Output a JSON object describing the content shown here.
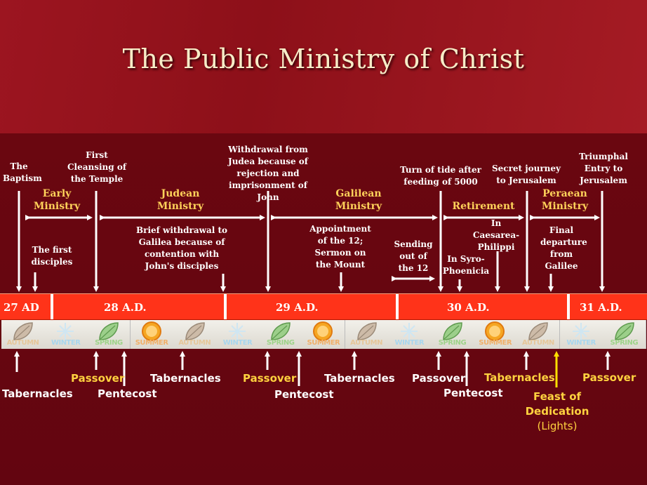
{
  "title": "The Public Ministry of Christ",
  "events_top": {
    "baptism": "The Baptism",
    "temple": "First Cleansing of the Temple",
    "withdrawal_judea": "Withdrawal from Judea because of rejection and imprisonment of John",
    "turn_of_tide": "Turn of tide after feeding of 5000",
    "secret_journey": "Secret journey to Jerusalem",
    "triumphal": "Triumphal Entry to Jerusalem"
  },
  "periods": {
    "early": "Early Ministry",
    "judean": "Judean Ministry",
    "galilean": "Galilean Ministry",
    "retirement": "Retirement",
    "peraean": "Peraean Ministry"
  },
  "events_mid": {
    "first_disciples": "The first disciples",
    "brief_withdrawal": "Brief withdrawal to Galilea because of contention with John's disciples",
    "appointment": "Appointment of the 12; Sermon on the Mount",
    "sending": "Sending out of the 12",
    "syro": "In Syro-Phoenicia",
    "caesarea": "In Caesarea-Philippi",
    "final_departure": "Final departure from Galilee"
  },
  "years": [
    "27 AD",
    "28 A.D.",
    "29 A.D.",
    "30 A.D.",
    "31 A.D."
  ],
  "seasons": [
    "AUTUMN",
    "WINTER",
    "SPRING",
    "SUMMER",
    "AUTUMN",
    "WINTER",
    "SPRING",
    "SUMMER",
    "AUTUMN",
    "WINTER",
    "SPRING",
    "SUMMER",
    "AUTUMN",
    "WINTER",
    "SPRING"
  ],
  "festivals": {
    "tabernacles": "Tabernacles",
    "passover": "Passover",
    "pentecost": "Pentecost",
    "feast_of": "Feast of",
    "dedication": "Dedication",
    "lights": "(Lights)"
  },
  "colors": {
    "background": "#7a0a14",
    "timeline": "#ff3319",
    "title": "#f7ecc7",
    "period_label": "#ffd25a",
    "dedication": "#ffd23f"
  }
}
